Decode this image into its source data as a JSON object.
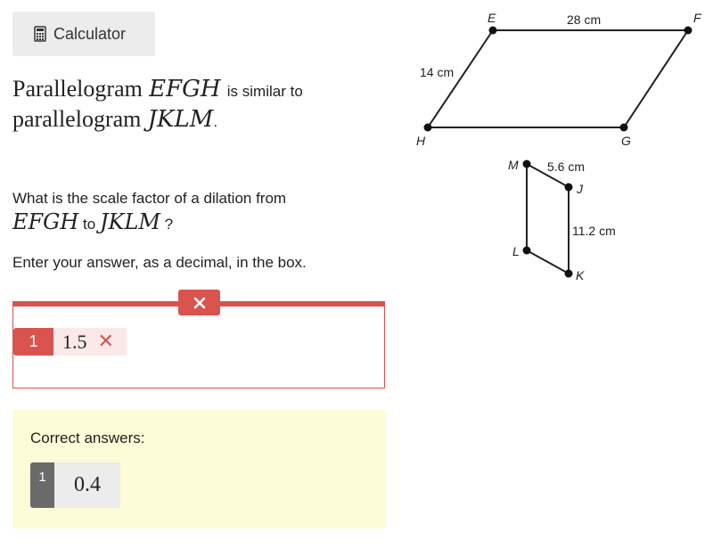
{
  "toolbar": {
    "calculator_label": "Calculator"
  },
  "question": {
    "title_shape1": "Parallelogram",
    "title_name1": "EFGH",
    "title_connector": "is similar to",
    "title_shape2": "parallelogram",
    "title_name2": "JKLM",
    "title_end": ".",
    "prompt": "What is the scale factor of a dilation from",
    "from": "EFGH",
    "to_word": "to",
    "to": "JKLM",
    "q_mark": "?",
    "instruction": "Enter your answer, as a decimal, in the box."
  },
  "figure": {
    "big": {
      "E": "E",
      "F": "F",
      "G": "G",
      "H": "H",
      "top_len": "28 cm",
      "side_len": "14 cm"
    },
    "small": {
      "M": "M",
      "J": "J",
      "K": "K",
      "L": "L",
      "top_len": "5.6 cm",
      "side_len": "11.2 cm"
    }
  },
  "response": {
    "index": "1",
    "value": "1.5",
    "status": "incorrect"
  },
  "correct": {
    "label": "Correct answers:",
    "index": "1",
    "value": "0.4"
  },
  "colors": {
    "error": "#d9534f",
    "correct_bg": "#fdfcd8"
  }
}
